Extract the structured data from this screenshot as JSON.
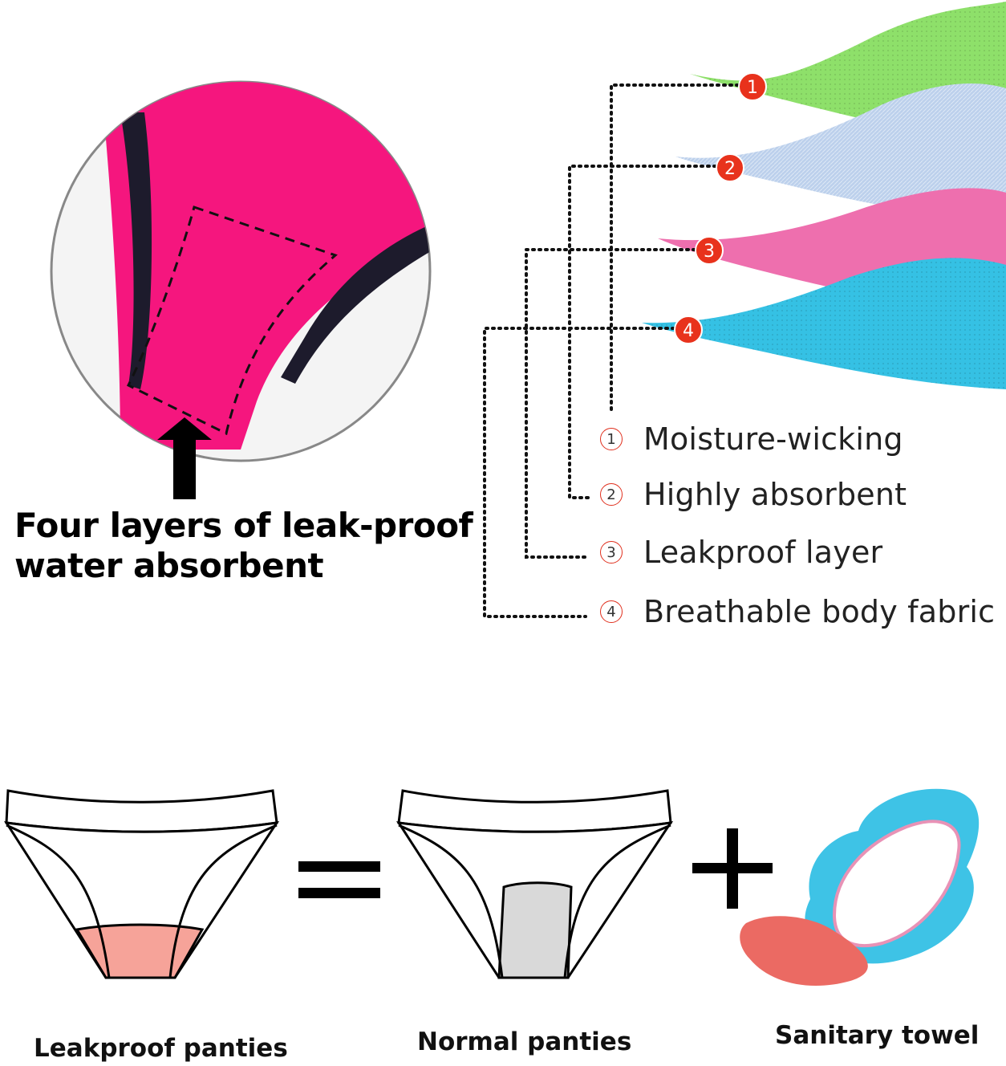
{
  "headline": {
    "line1": "Four layers of leak-proof",
    "line2": "water absorbent"
  },
  "layers": [
    {
      "badge": "1",
      "symbol": "1",
      "label": "Moisture-wicking",
      "color": "#8ee06a"
    },
    {
      "badge": "2",
      "symbol": "2",
      "label": "Highly absorbent",
      "color": "#b9cdea"
    },
    {
      "badge": "3",
      "symbol": "3",
      "label": "Leakproof layer",
      "color": "#ee6fae"
    },
    {
      "badge": "4",
      "symbol": "4",
      "label": "Breathable body fabric",
      "color": "#35c1e4"
    }
  ],
  "comparison": {
    "left_caption": "Leakproof panties",
    "middle_caption": "Normal panties",
    "right_caption": "Sanitary towel",
    "equals_symbol": "equals-icon",
    "plus_symbol": "plus-icon"
  },
  "colors": {
    "panty_pink": "#f5167e",
    "badge_red": "#e8321c",
    "gusset_salmon": "#f6a399",
    "gusset_gray": "#d9d9d9",
    "pad_blue": "#3ec3e6",
    "pad_red": "#eb6a63"
  }
}
